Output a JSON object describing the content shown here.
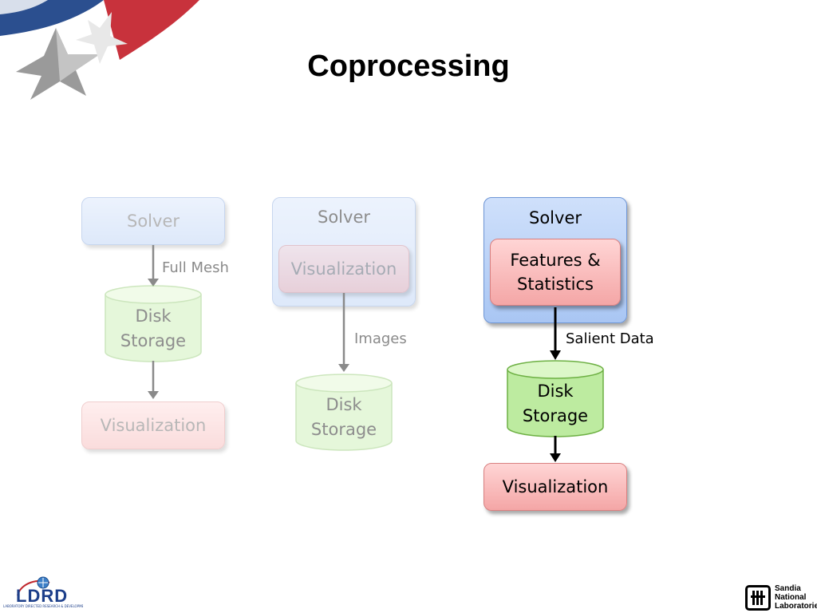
{
  "slide": {
    "title": "Coprocessing"
  },
  "panels": [
    {
      "solver": "Solver",
      "edge1": "Full Mesh",
      "disk": [
        "Disk",
        "Storage"
      ],
      "viz": "Visualization"
    },
    {
      "solver": "Solver",
      "inner": "Visualization",
      "edge1": "Images",
      "disk": [
        "Disk",
        "Storage"
      ]
    },
    {
      "solver": "Solver",
      "inner": [
        "Features &",
        "Statistics"
      ],
      "edge1": "Salient Data",
      "disk": [
        "Disk",
        "Storage"
      ],
      "viz": "Visualization"
    }
  ],
  "logos": {
    "left": "LDRD",
    "left_caption": "LABORATORY DIRECTED RESEARCH & DEVELOPMENT",
    "right": [
      "Sandia",
      "National",
      "Laboratories"
    ]
  },
  "colors": {
    "solver_fill": "#b8d0f7",
    "viz_fill": "#f7b4b4",
    "disk_fill": "#c8f0a8",
    "arrow": "#000000"
  }
}
